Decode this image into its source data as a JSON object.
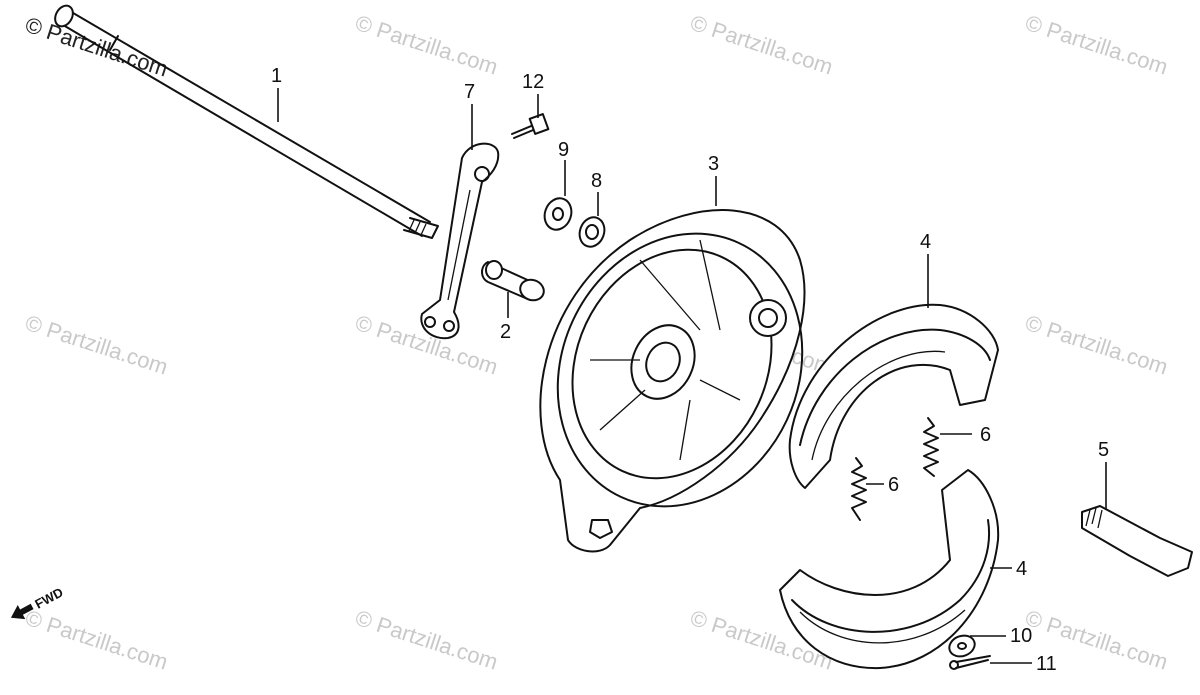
{
  "watermark": {
    "corner_text": "© Partzilla.com",
    "tile_text": "© Partzilla.com"
  },
  "direction_label": "FWD",
  "callouts": [
    "1",
    "2",
    "3",
    "4",
    "4",
    "5",
    "6",
    "6",
    "7",
    "8",
    "9",
    "10",
    "11",
    "12"
  ],
  "colors": {
    "ink": "#111111",
    "watermark": "#c9c9c9",
    "background": "#ffffff"
  }
}
